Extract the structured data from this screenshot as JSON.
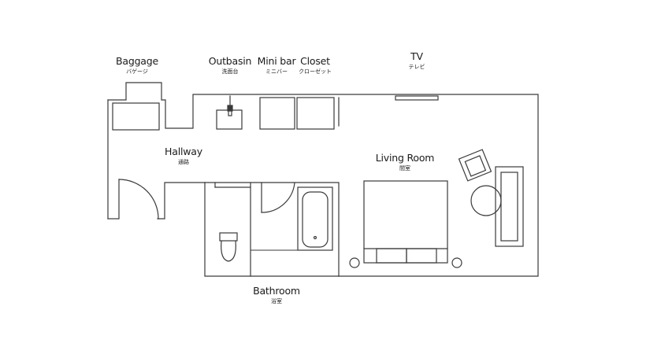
{
  "floor_plan": {
    "labels": {
      "baggage": {
        "en": "Baggage",
        "jp": "バゲージ"
      },
      "outbasin": {
        "en": "Outbasin",
        "jp": "洗面台"
      },
      "minibar": {
        "en": "Mini bar",
        "jp": "ミニバー"
      },
      "closet": {
        "en": "Closet",
        "jp": "クローゼット"
      },
      "tv": {
        "en": "TV",
        "jp": "テレビ"
      },
      "hallway": {
        "en": "Hallway",
        "jp": "通路"
      },
      "living_room": {
        "en": "Living Room",
        "jp": "間室"
      },
      "bathroom": {
        "en": "Bathroom",
        "jp": "浴室"
      }
    },
    "colors": {
      "wall": "#3a3a3a",
      "background": "#ffffff",
      "text": "#1a1a1a"
    }
  }
}
